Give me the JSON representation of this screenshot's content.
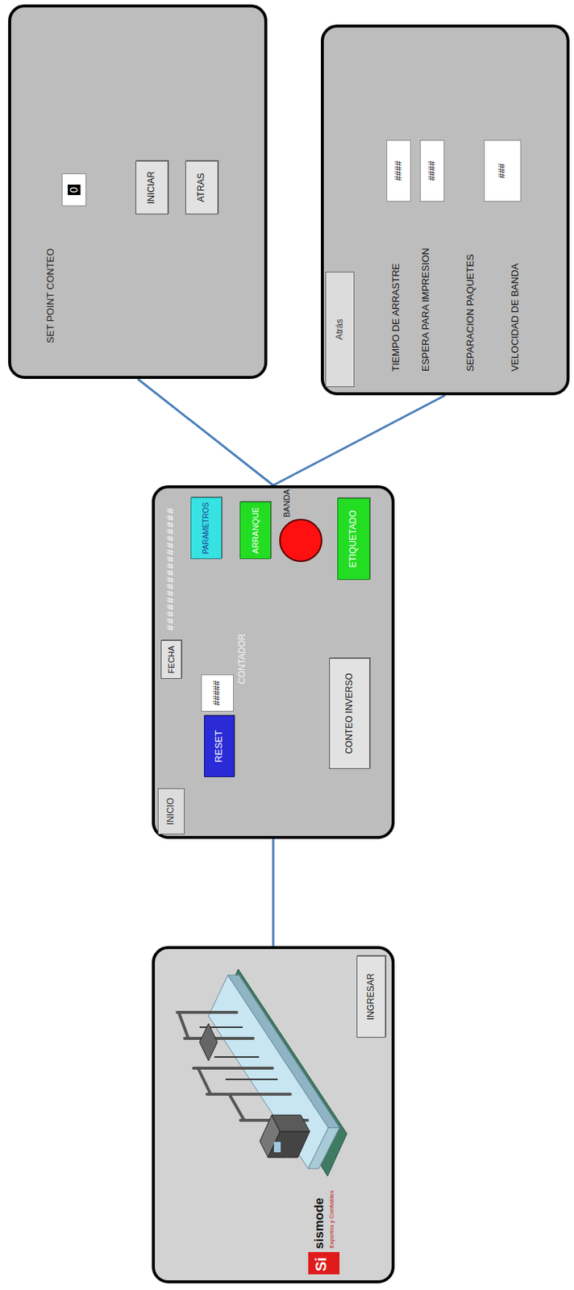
{
  "diagram": {
    "nodes": [
      {
        "text": [
          "Si",
          "sismode",
          "Expertos y Confiables"
        ]
      },
      {
        "text": [
          "INGRESAR"
        ],
        "in": 0
      },
      {
        "text": [
          "##################"
        ]
      },
      {
        "text": [
          "INICIO"
        ],
        "in": 2
      },
      {
        "text": [
          "FECHA"
        ],
        "in": 2
      },
      {
        "text": [
          "RESET"
        ],
        "in": 2
      },
      {
        "text": [
          "#####",
          "CONTADOR"
        ],
        "in": 2
      },
      {
        "text": [
          "PARAMETROS"
        ],
        "in": 2
      },
      {
        "text": [
          "ARRANQUE"
        ],
        "in": 2
      },
      {
        "text": [
          "BANDA"
        ],
        "in": 2
      },
      {
        "text": [
          "ETIQUETADO"
        ],
        "in": 2
      },
      {
        "text": [
          "CONTEO INVERSO"
        ],
        "in": 2
      },
      {
        "text": [
          "SET POINT CONTEO"
        ]
      },
      {
        "text": [
          "0"
        ],
        "in": 12
      },
      {
        "text": [
          "INICIAR"
        ],
        "in": 12
      },
      {
        "text": [
          "ATRAS"
        ],
        "in": 12
      },
      {
        "text": [
          "TIEMPO DE ARRASTRE",
          "ESPERA PARA IMPRESION",
          "SEPARACION PAQUETES",
          "VELOCIDAD DE BANDA"
        ]
      },
      {
        "text": [
          "Atrás"
        ],
        "in": 16
      },
      {
        "text": [
          "####"
        ],
        "in": 16
      },
      {
        "text": [
          "####"
        ],
        "in": 16
      },
      {
        "text": [
          "###"
        ],
        "in": 16
      }
    ],
    "edges": [
      {
        "from": 0,
        "to": 2,
        "arrow": "none"
      },
      {
        "from": 2,
        "to": 12,
        "arrow": "none"
      },
      {
        "from": 2,
        "to": 16,
        "arrow": "none"
      }
    ]
  }
}
